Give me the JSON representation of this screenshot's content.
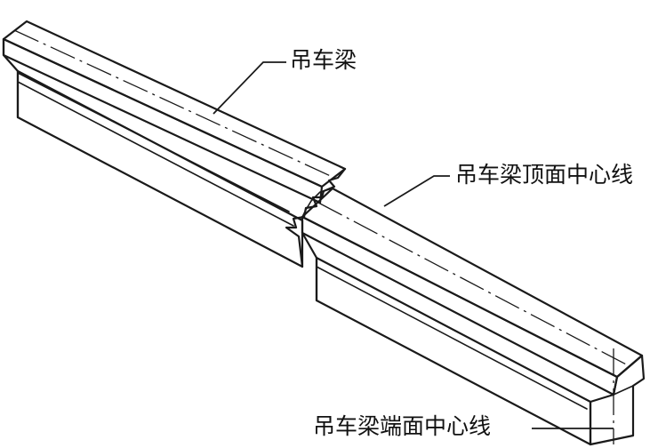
{
  "labels": {
    "beam": "吊车梁",
    "top_centerline": "吊车梁顶面中心线",
    "end_centerline": "吊车梁端面中心线"
  }
}
